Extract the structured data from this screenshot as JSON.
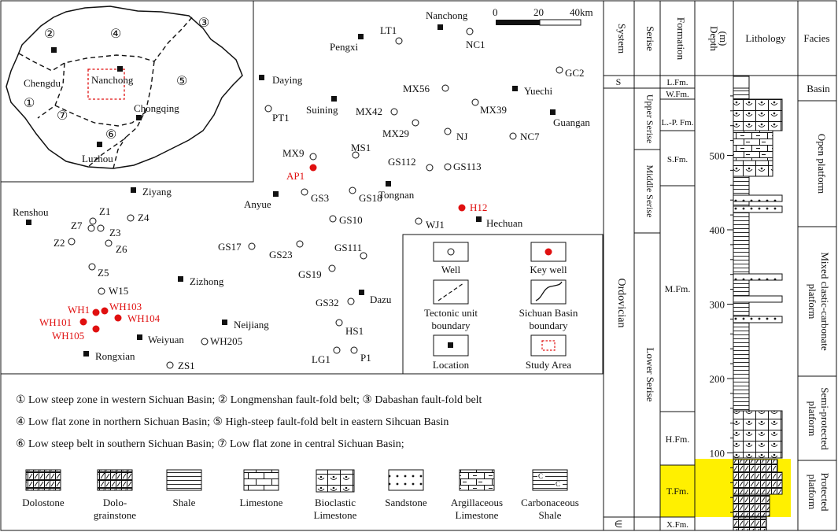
{
  "inset": {
    "labels": {
      "chengdu": "Chengdu",
      "nanchong": "Nanchong",
      "chongqing": "Chongqing",
      "luzhou": "Luzhou"
    },
    "zones": [
      "①",
      "②",
      "③",
      "④",
      "⑤",
      "⑥",
      "⑦"
    ]
  },
  "scale_bar": {
    "zero": "0",
    "mid": "20",
    "end": "40km"
  },
  "map": {
    "locations": [
      "Nanchong",
      "Pengxi",
      "Daying",
      "Yuechi",
      "Suining",
      "Guangan",
      "Ziyang",
      "Tongnan",
      "Anyue",
      "Renshou",
      "Hechuan",
      "Zizhong",
      "Dazu",
      "Neijiang",
      "Weiyuan",
      "Rongxian"
    ],
    "wells": [
      "LT1",
      "NC1",
      "GC2",
      "MX56",
      "PT1",
      "MX42",
      "MX39",
      "MX29",
      "NJ",
      "NC7",
      "MS1",
      "MX9",
      "GS112",
      "GS113",
      "GS3",
      "GS18",
      "GS10",
      "WJ1",
      "Z1",
      "Z4",
      "Z7",
      "Z3",
      "Z2",
      "Z6",
      "GS17",
      "GS23",
      "GS111",
      "Z5",
      "GS19",
      "W15",
      "GS32",
      "HS1",
      "WH205",
      "LG1",
      "P1",
      "ZS1"
    ],
    "key_wells": [
      "AP1",
      "H12",
      "WH1",
      "WH103",
      "WH101",
      "WH104",
      "WH105"
    ]
  },
  "legend_box": {
    "well": "Well",
    "key_well": "Key well",
    "tectonic_1": "Tectonic unit",
    "tectonic_2": "boundary",
    "basin_1": "Sichuan Basin",
    "basin_2": "boundary",
    "location": "Location",
    "study_area": "Study Area"
  },
  "zone_notes": [
    "① Low steep zone in western Sichuan Basin; ② Longmenshan fault-fold belt; ③ Dabashan fault-fold belt",
    "④ Low flat zone in northern Sichuan Basin; ⑤ High-steep fault-fold belt in eastern Sihcuan Basin",
    "⑥ Low steep belt in southern Sichuan Basin; ⑦ Low flat zone in central Sichuan Basin;"
  ],
  "lithology_legend": [
    {
      "id": "dolostone",
      "lines": [
        "Dolostone"
      ]
    },
    {
      "id": "dolograinstone",
      "lines": [
        "Dolo-",
        "grainstone"
      ]
    },
    {
      "id": "shale",
      "lines": [
        "Shale"
      ]
    },
    {
      "id": "limestone",
      "lines": [
        "Limestone"
      ]
    },
    {
      "id": "bioclastic",
      "lines": [
        "Bioclastic",
        "Limestone"
      ]
    },
    {
      "id": "sandstone",
      "lines": [
        "Sandstone"
      ]
    },
    {
      "id": "argillaceous",
      "lines": [
        "Argillaceous",
        "Limestone"
      ]
    },
    {
      "id": "carbonaceous",
      "lines": [
        "Carbonaceous",
        "Shale"
      ]
    }
  ],
  "column": {
    "headers": {
      "system": "System",
      "series": "Serise",
      "formation": "Formation",
      "depth_1": "Depth",
      "depth_2": "(m)",
      "lithology": "Lithology",
      "facies": "Facies"
    },
    "systems": [
      "S",
      "Ordovician",
      "∈"
    ],
    "series": [
      "Upper Serise",
      "Middle Serise",
      "Lower Serise"
    ],
    "formations": [
      "L.Fm.",
      "W.Fm.",
      "L.-P. Fm.",
      "S.Fm.",
      "M.Fm.",
      "H.Fm.",
      "T.Fm.",
      "X.Fm."
    ],
    "depth_ticks": [
      100,
      200,
      300,
      400,
      500
    ],
    "facies": [
      "Basin",
      "Open platform",
      "Mixed clastic-carbonate platform",
      "Semi-protected platform",
      "Protected platform"
    ],
    "highlight_color": "#fff000"
  }
}
